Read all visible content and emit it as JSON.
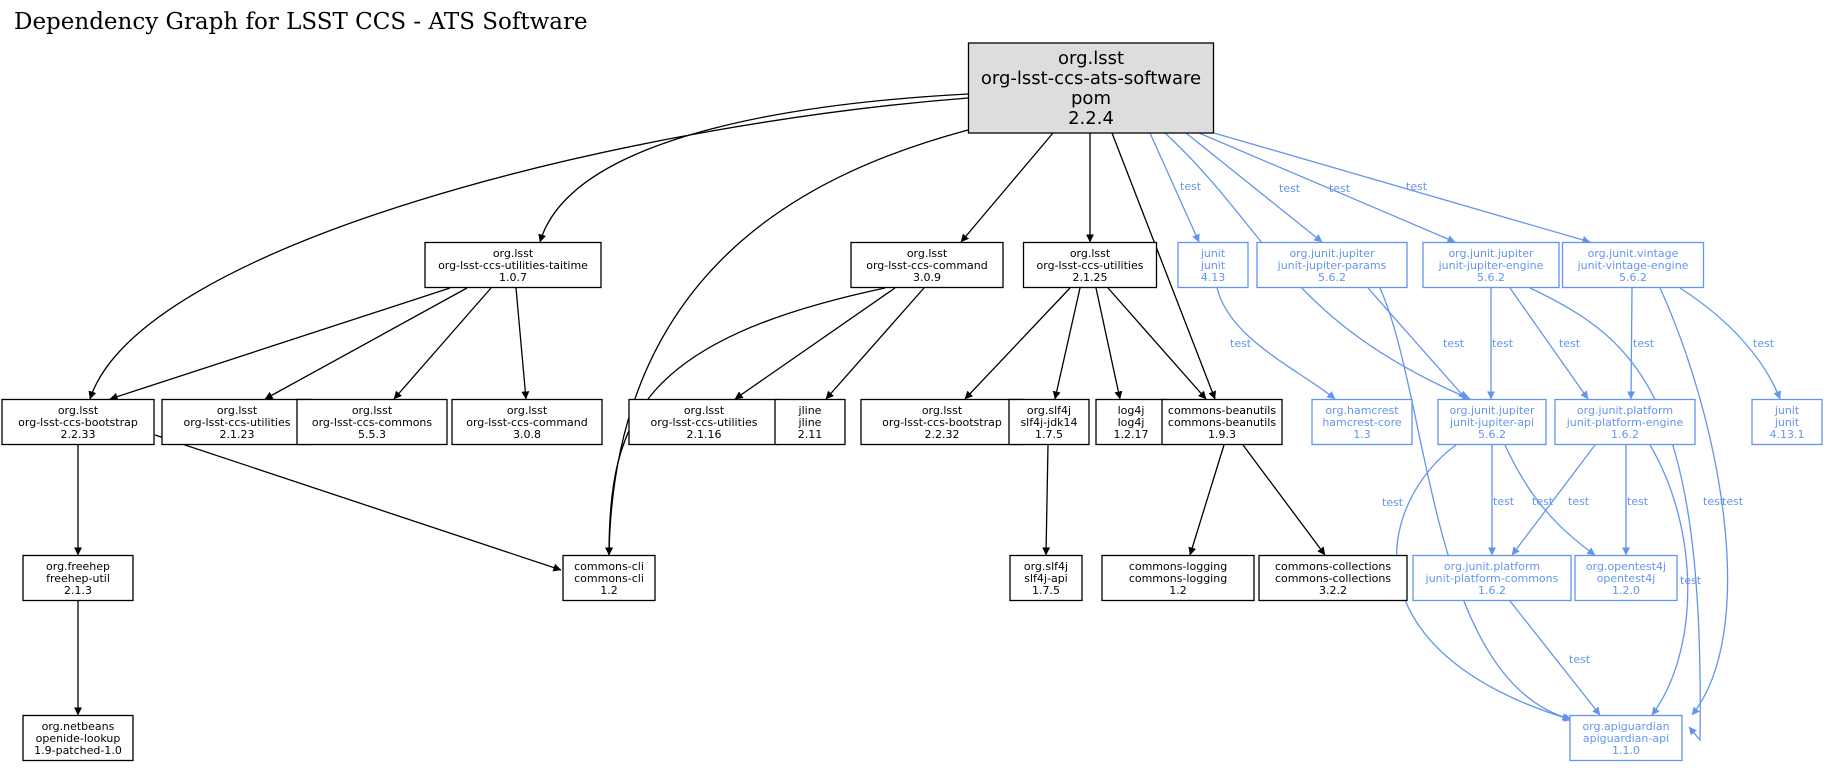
{
  "title": "Dependency Graph for LSST CCS - ATS Software",
  "colors": {
    "compile": "#000000",
    "test": "#6495ED",
    "root_fill": "#dddddd"
  },
  "nodes": {
    "root": {
      "lines": [
        "org.lsst",
        "org-lsst-ccs-ats-software",
        "pom",
        "2.2.4"
      ],
      "scope": "root"
    },
    "taitime": {
      "lines": [
        "org.lsst",
        "org-lsst-ccs-utilities-taitime",
        "1.0.7"
      ],
      "scope": "compile"
    },
    "command309": {
      "lines": [
        "org.lsst",
        "org-lsst-ccs-command",
        "3.0.9"
      ],
      "scope": "compile"
    },
    "utilities2125": {
      "lines": [
        "org.lsst",
        "org-lsst-ccs-utilities",
        "2.1.25"
      ],
      "scope": "compile"
    },
    "junit413": {
      "lines": [
        "junit",
        "junit",
        "4.13"
      ],
      "scope": "test"
    },
    "params": {
      "lines": [
        "org.junit.jupiter",
        "junit-jupiter-params",
        "5.6.2"
      ],
      "scope": "test"
    },
    "jengine": {
      "lines": [
        "org.junit.jupiter",
        "junit-jupiter-engine",
        "5.6.2"
      ],
      "scope": "test"
    },
    "vengine": {
      "lines": [
        "org.junit.vintage",
        "junit-vintage-engine",
        "5.6.2"
      ],
      "scope": "test"
    },
    "bootstrap2233": {
      "lines": [
        "org.lsst",
        "org-lsst-ccs-bootstrap",
        "2.2.33"
      ],
      "scope": "compile"
    },
    "utilities2123": {
      "lines": [
        "org.lsst",
        "org-lsst-ccs-utilities",
        "2.1.23"
      ],
      "scope": "compile"
    },
    "commons553": {
      "lines": [
        "org.lsst",
        "org-lsst-ccs-commons",
        "5.5.3"
      ],
      "scope": "compile"
    },
    "command308": {
      "lines": [
        "org.lsst",
        "org-lsst-ccs-command",
        "3.0.8"
      ],
      "scope": "compile"
    },
    "utilities2116": {
      "lines": [
        "org.lsst",
        "org-lsst-ccs-utilities",
        "2.1.16"
      ],
      "scope": "compile"
    },
    "jline": {
      "lines": [
        "jline",
        "jline",
        "2.11"
      ],
      "scope": "compile"
    },
    "bootstrap2232": {
      "lines": [
        "org.lsst",
        "org-lsst-ccs-bootstrap",
        "2.2.32"
      ],
      "scope": "compile"
    },
    "slf4jjdk": {
      "lines": [
        "org.slf4j",
        "slf4j-jdk14",
        "1.7.5"
      ],
      "scope": "compile"
    },
    "log4j": {
      "lines": [
        "log4j",
        "log4j",
        "1.2.17"
      ],
      "scope": "compile"
    },
    "beanutils": {
      "lines": [
        "commons-beanutils",
        "commons-beanutils",
        "1.9.3"
      ],
      "scope": "compile"
    },
    "hamcrest": {
      "lines": [
        "org.hamcrest",
        "hamcrest-core",
        "1.3"
      ],
      "scope": "test"
    },
    "japi": {
      "lines": [
        "org.junit.jupiter",
        "junit-jupiter-api",
        "5.6.2"
      ],
      "scope": "test"
    },
    "pengine": {
      "lines": [
        "org.junit.platform",
        "junit-platform-engine",
        "1.6.2"
      ],
      "scope": "test"
    },
    "junit4131": {
      "lines": [
        "junit",
        "junit",
        "4.13.1"
      ],
      "scope": "test"
    },
    "freehep": {
      "lines": [
        "org.freehep",
        "freehep-util",
        "2.1.3"
      ],
      "scope": "compile"
    },
    "cli": {
      "lines": [
        "commons-cli",
        "commons-cli",
        "1.2"
      ],
      "scope": "compile"
    },
    "slf4japi": {
      "lines": [
        "org.slf4j",
        "slf4j-api",
        "1.7.5"
      ],
      "scope": "compile"
    },
    "logging": {
      "lines": [
        "commons-logging",
        "commons-logging",
        "1.2"
      ],
      "scope": "compile"
    },
    "collections": {
      "lines": [
        "commons-collections",
        "commons-collections",
        "3.2.2"
      ],
      "scope": "compile"
    },
    "pcommons": {
      "lines": [
        "org.junit.platform",
        "junit-platform-commons",
        "1.6.2"
      ],
      "scope": "test"
    },
    "opentest": {
      "lines": [
        "org.opentest4j",
        "opentest4j",
        "1.2.0"
      ],
      "scope": "test"
    },
    "netbeans": {
      "lines": [
        "org.netbeans",
        "openide-lookup",
        "1.9-patched-1.0"
      ],
      "scope": "compile"
    },
    "apiguardian": {
      "lines": [
        "org.apiguardian",
        "apiguardian-api",
        "1.1.0"
      ],
      "scope": "test"
    }
  },
  "edges": [
    {
      "from": "root",
      "to": "bootstrap2233",
      "label": ""
    },
    {
      "from": "root",
      "to": "taitime",
      "label": ""
    },
    {
      "from": "root",
      "to": "cli",
      "label": ""
    },
    {
      "from": "root",
      "to": "command309",
      "label": ""
    },
    {
      "from": "root",
      "to": "utilities2125",
      "label": ""
    },
    {
      "from": "root",
      "to": "beanutils",
      "label": ""
    },
    {
      "from": "root",
      "to": "junit413",
      "label": "test"
    },
    {
      "from": "root",
      "to": "japi",
      "label": "test"
    },
    {
      "from": "root",
      "to": "params",
      "label": "test"
    },
    {
      "from": "root",
      "to": "jengine",
      "label": "test"
    },
    {
      "from": "root",
      "to": "vengine",
      "label": "test"
    },
    {
      "from": "taitime",
      "to": "bootstrap2233",
      "label": ""
    },
    {
      "from": "taitime",
      "to": "utilities2123",
      "label": ""
    },
    {
      "from": "taitime",
      "to": "commons553",
      "label": ""
    },
    {
      "from": "taitime",
      "to": "command308",
      "label": ""
    },
    {
      "from": "command309",
      "to": "cli",
      "label": ""
    },
    {
      "from": "command309",
      "to": "utilities2116",
      "label": ""
    },
    {
      "from": "command309",
      "to": "jline",
      "label": ""
    },
    {
      "from": "utilities2125",
      "to": "bootstrap2232",
      "label": ""
    },
    {
      "from": "utilities2125",
      "to": "slf4jjdk",
      "label": ""
    },
    {
      "from": "utilities2125",
      "to": "log4j",
      "label": ""
    },
    {
      "from": "utilities2125",
      "to": "beanutils",
      "label": ""
    },
    {
      "from": "junit413",
      "to": "hamcrest",
      "label": "test"
    },
    {
      "from": "params",
      "to": "japi",
      "label": "test"
    },
    {
      "from": "params",
      "to": "apiguardian",
      "label": "test"
    },
    {
      "from": "jengine",
      "to": "japi",
      "label": "test"
    },
    {
      "from": "jengine",
      "to": "pengine",
      "label": "test"
    },
    {
      "from": "jengine",
      "to": "apiguardian",
      "label": "test"
    },
    {
      "from": "vengine",
      "to": "pengine",
      "label": "test"
    },
    {
      "from": "vengine",
      "to": "junit4131",
      "label": "test"
    },
    {
      "from": "vengine",
      "to": "apiguardian",
      "label": "test"
    },
    {
      "from": "bootstrap2233",
      "to": "freehep",
      "label": ""
    },
    {
      "from": "bootstrap2233",
      "to": "cli",
      "label": ""
    },
    {
      "from": "slf4jjdk",
      "to": "slf4japi",
      "label": ""
    },
    {
      "from": "beanutils",
      "to": "logging",
      "label": ""
    },
    {
      "from": "beanutils",
      "to": "collections",
      "label": ""
    },
    {
      "from": "japi",
      "to": "pcommons",
      "label": "test"
    },
    {
      "from": "japi",
      "to": "opentest",
      "label": "test"
    },
    {
      "from": "japi",
      "to": "apiguardian",
      "label": "test"
    },
    {
      "from": "pengine",
      "to": "pcommons",
      "label": "test"
    },
    {
      "from": "pengine",
      "to": "opentest",
      "label": "test"
    },
    {
      "from": "pengine",
      "to": "apiguardian",
      "label": "test"
    },
    {
      "from": "freehep",
      "to": "netbeans",
      "label": ""
    },
    {
      "from": "pcommons",
      "to": "apiguardian",
      "label": "test"
    }
  ]
}
